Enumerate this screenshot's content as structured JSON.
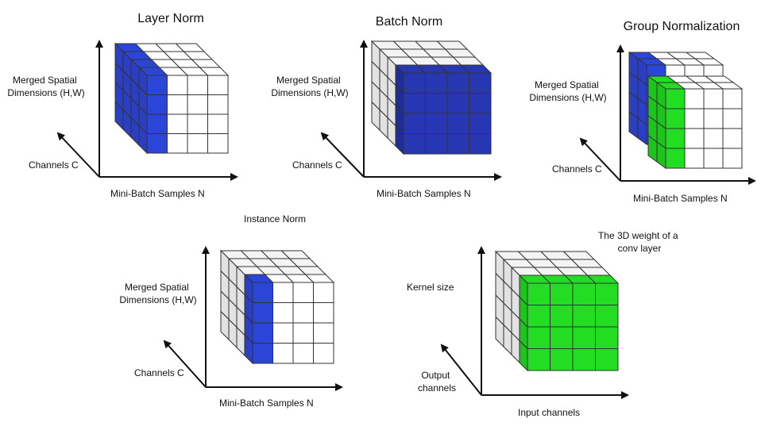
{
  "colors": {
    "gray_front": "#eeeeee",
    "gray_side": "#e2e2e2",
    "gray_top": "#f4f4f4",
    "white": "#ffffff",
    "blue": "#2b45d8",
    "blue_side": "#2a3fc4",
    "dark_blue": "#2737b3",
    "dark_blue_side": "#1f2d99",
    "green": "#22dd22",
    "green_side": "#1cc41c",
    "stroke": "#333333",
    "axis": "#111111"
  },
  "panels": [
    {
      "id": "layer-norm",
      "title": "Layer Norm",
      "y_label": [
        "Merged Spatial",
        "Dimensions (H,W)"
      ],
      "z_label": "Channels C",
      "x_label": "Mini-Batch Samples N",
      "highlight": "blue",
      "description_of_highlight": "all channels and spatial positions of one sample"
    },
    {
      "id": "batch-norm",
      "title": "Batch Norm",
      "y_label": [
        "Merged Spatial",
        "Dimensions (H,W)"
      ],
      "z_label": "Channels C",
      "x_label": "Mini-Batch Samples N",
      "highlight": "dark_blue"
    },
    {
      "id": "group-norm",
      "title": "Group Normalization",
      "y_label": [
        "Merged Spatial",
        "Dimensions (H,W)"
      ],
      "z_label": "Channels C",
      "x_label": "Mini-Batch Samples N",
      "highlight": "blue+green"
    },
    {
      "id": "instance-norm",
      "title": "Instance Norm",
      "y_label": [
        "Merged Spatial",
        "Dimensions (H,W)"
      ],
      "z_label": "Channels C",
      "x_label": "Mini-Batch Samples N",
      "highlight": "blue"
    },
    {
      "id": "conv-weight",
      "title": [
        "The 3D weight of a",
        "conv layer"
      ],
      "y_label": [
        "Kernel size"
      ],
      "z_label": [
        "Output",
        "channels"
      ],
      "x_label": "Input channels",
      "highlight": "green"
    }
  ]
}
